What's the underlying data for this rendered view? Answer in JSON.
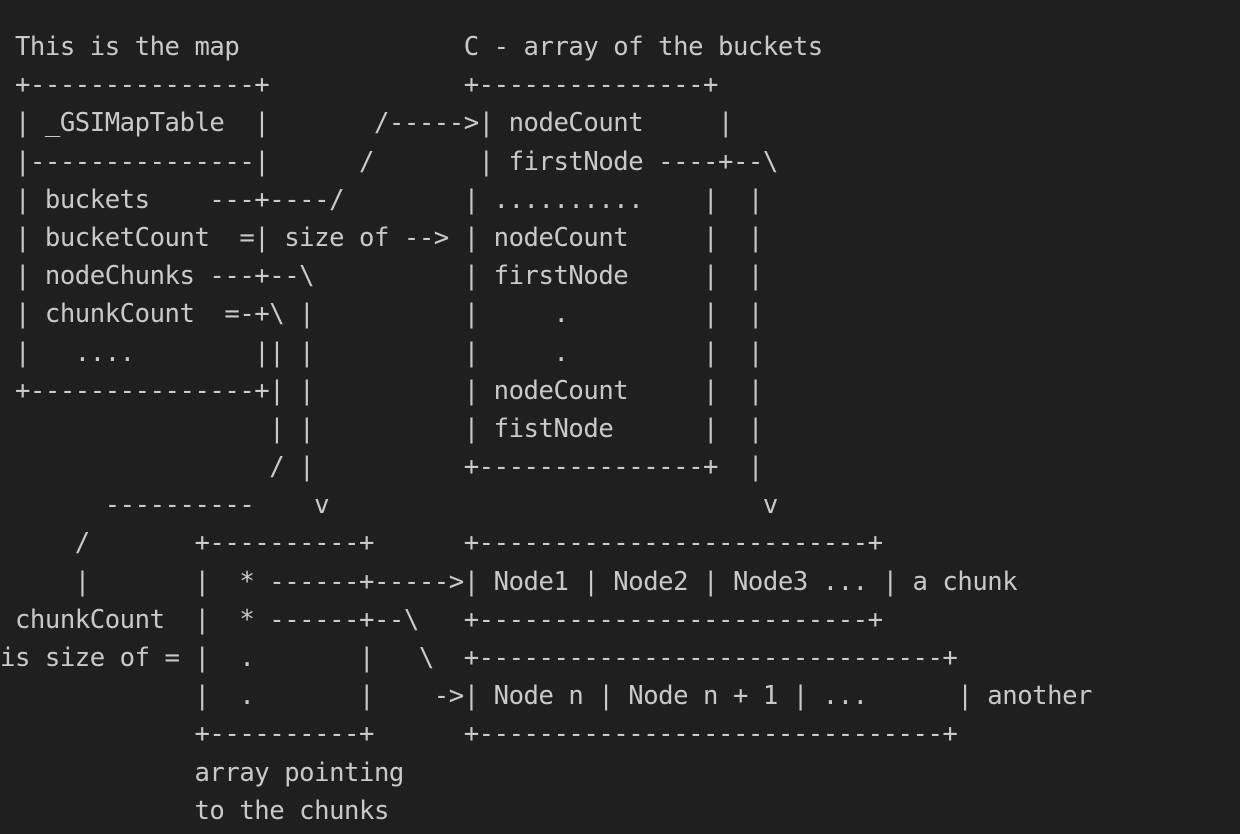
{
  "lines": [
    " This is the map               C - array of the buckets",
    " +---------------+             +---------------+",
    " | _GSIMapTable  |       /----->| nodeCount     |",
    " |---------------|      /       | firstNode ----+--\\",
    " | buckets    ---+----/        | ..........    |  |",
    " | bucketCount  =| size of --> | nodeCount     |  |",
    " | nodeChunks ---+--\\          | firstNode     |  |",
    " | chunkCount  =-+\\ |          |     .         |  |",
    " |   ....        || |          |     .         |  |",
    " +---------------+| |          | nodeCount     |  |",
    "                  | |          | fistNode      |  |",
    "                  / |          +---------------+  |",
    "       ----------    v                             v",
    "     /       +----------+      +--------------------------+",
    "     |       |  * ------+----->| Node1 | Node2 | Node3 ... | a chunk",
    " chunkCount  |  * ------+--\\   +--------------------------+",
    "is size of = |  .       |   \\  +-------------------------------+",
    "             |  .       |    ->| Node n | Node n + 1 | ...      | another",
    "             +----------+      +-------------------------------+",
    "             array pointing",
    "             to the chunks"
  ]
}
